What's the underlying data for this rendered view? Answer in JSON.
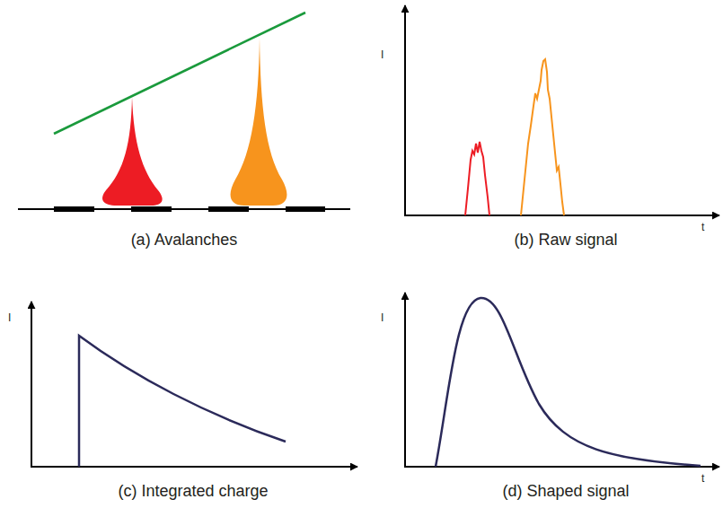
{
  "diagram": {
    "labels": [
      "(a) Avalanches",
      "I",
      "t",
      "(b) Raw signal",
      "I",
      "(c) Integrated charge",
      "I",
      "t",
      "(d) Shaped signal"
    ]
  }
}
